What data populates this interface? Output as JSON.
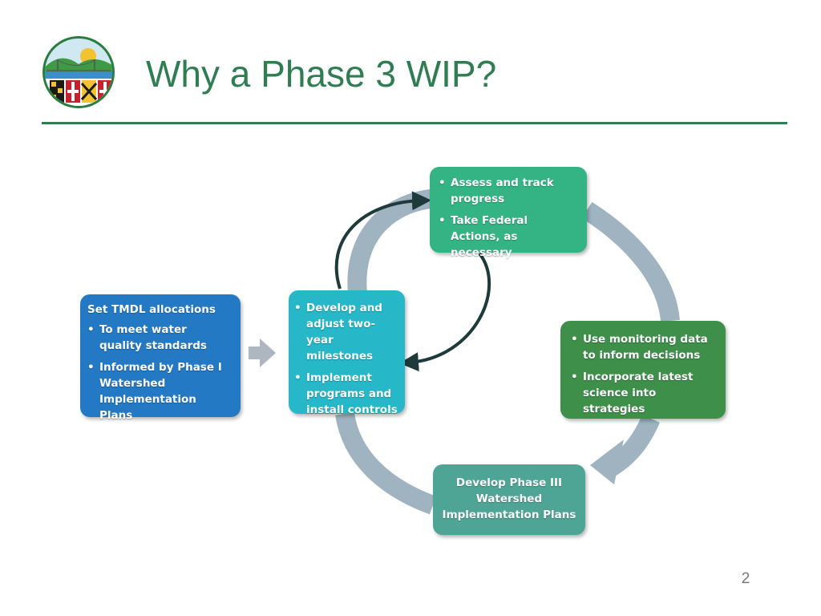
{
  "slide": {
    "title": "Why a Phase 3 WIP?",
    "page_number": "2"
  },
  "colors": {
    "title": "#2f7d52",
    "rule": "#2f7d52",
    "cycle_arc": "#9fb3c1",
    "tmdl_box": "#2379c4",
    "develop_box": "#26b7c9",
    "assess_box": "#34b384",
    "monitor_box": "#3d8f4a",
    "phase3_box": "#4ea495",
    "feedback_arrow": "#1e3a3a"
  },
  "diagram": {
    "tmdl": {
      "heading": "Set TMDL allocations",
      "bullets": [
        "To meet water quality standards",
        "Informed by  Phase I Watershed Implementation Plans"
      ]
    },
    "develop": {
      "bullets": [
        "Develop and adjust two-year milestones",
        "Implement programs and install controls"
      ]
    },
    "assess": {
      "bullets": [
        "Assess and track progress",
        "Take Federal Actions, as necessary"
      ]
    },
    "monitor": {
      "bullets": [
        "Use monitoring data to inform decisions",
        "Incorporate latest science into strategies"
      ]
    },
    "phase3": {
      "text": "Develop Phase III Watershed Implementation Plans"
    }
  }
}
